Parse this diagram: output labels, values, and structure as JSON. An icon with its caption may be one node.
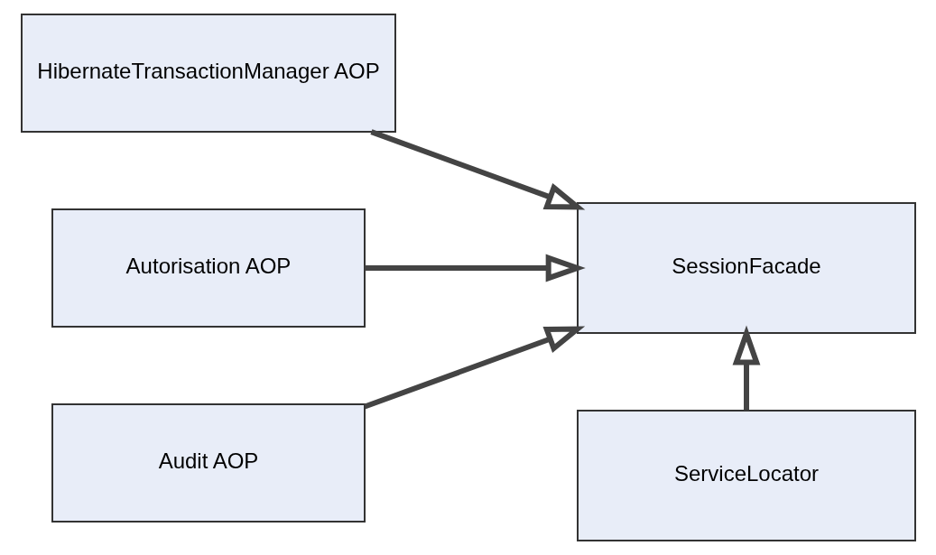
{
  "diagram": {
    "nodes": [
      {
        "text": [
          "HibernateTransactionManager AOP"
        ]
      },
      {
        "text": [
          "Autorisation AOP"
        ]
      },
      {
        "text": [
          "Audit AOP"
        ]
      },
      {
        "text": [
          "SessionFacade"
        ]
      },
      {
        "text": [
          "ServiceLocator"
        ]
      }
    ],
    "edges": [
      {
        "from": 0,
        "to": 3,
        "arrow": "to"
      },
      {
        "from": 1,
        "to": 3,
        "arrow": "to"
      },
      {
        "from": 2,
        "to": 3,
        "arrow": "to"
      },
      {
        "from": 4,
        "to": 3,
        "arrow": "to"
      }
    ]
  }
}
